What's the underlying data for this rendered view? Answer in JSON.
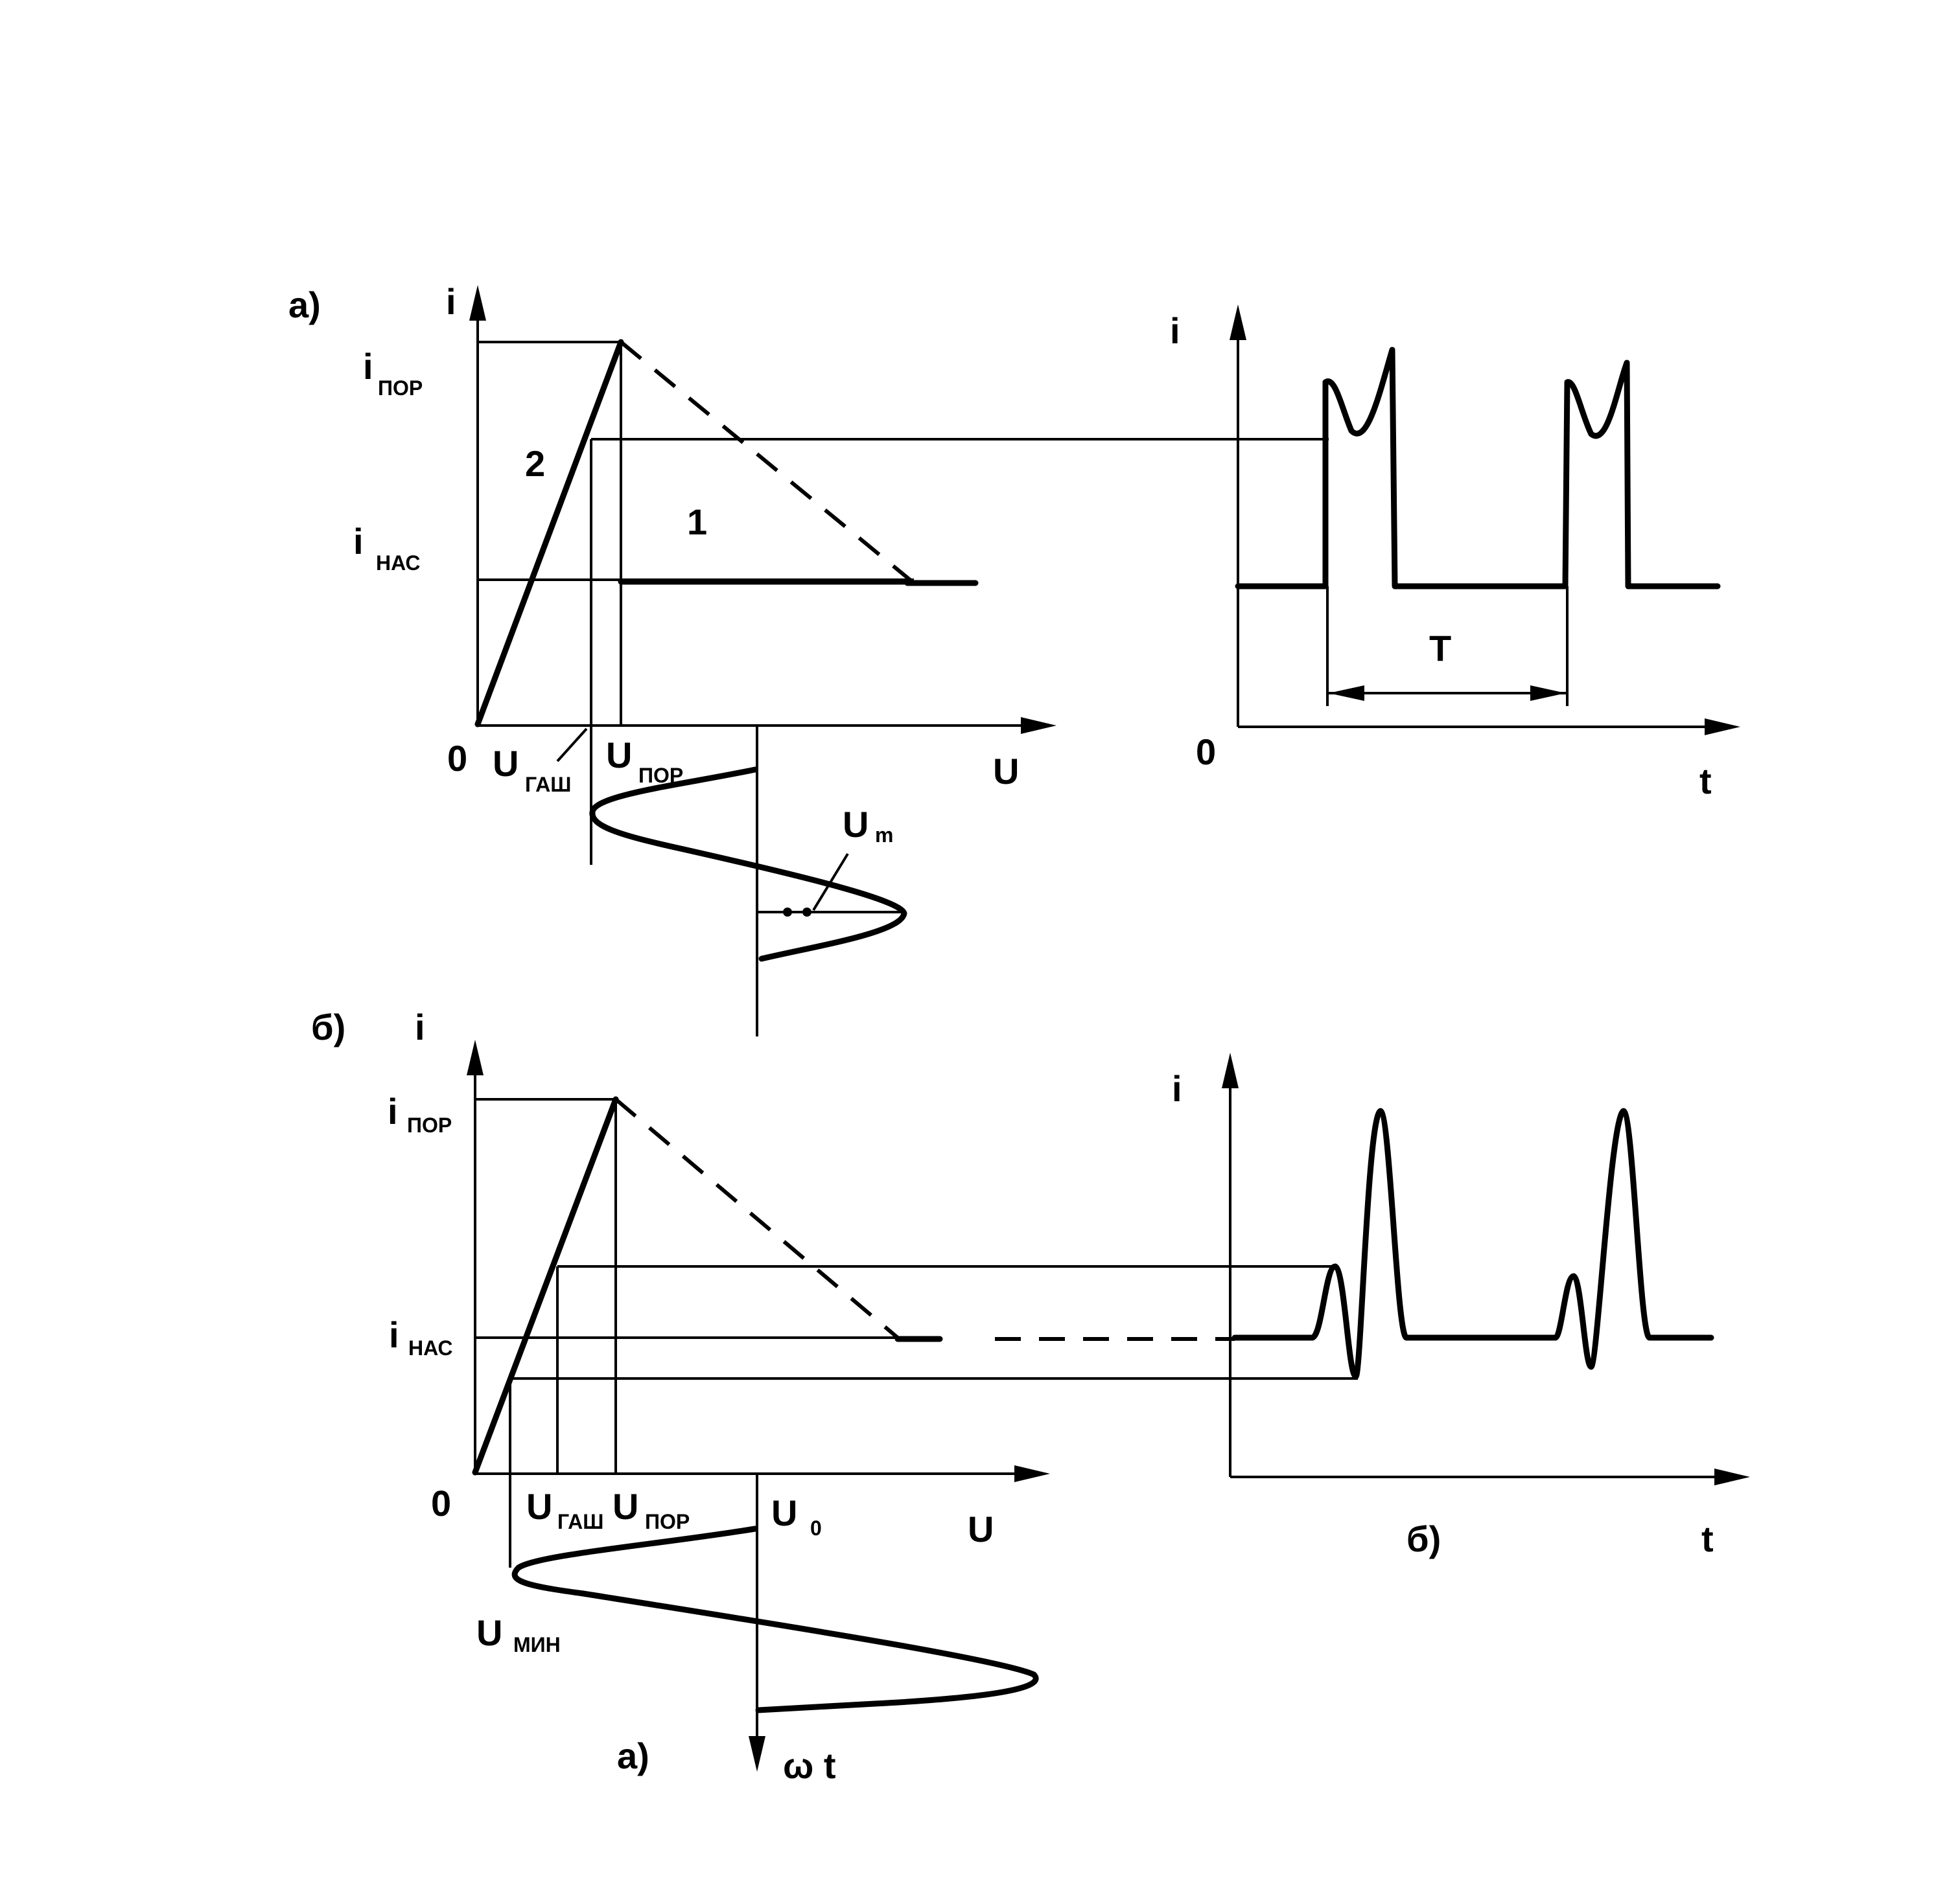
{
  "labels": {
    "panel_a": "а)",
    "panel_b": "б)",
    "panel_b_right": "б)",
    "bottom_a": "а)",
    "i": "i",
    "i_por": "i",
    "sub_por": "ПОР",
    "i_nas": "i",
    "sub_nas": "НАС",
    "zero": "0",
    "U": "U",
    "U_gash": "U",
    "sub_gash": "ГАШ",
    "U_por": "U",
    "U_m": "U",
    "sub_m": "m",
    "U_0": "U",
    "sub_0": "0",
    "U_min": "U",
    "sub_min": "МИН",
    "curve_1": "1",
    "curve_2": "2",
    "T": "T",
    "t": "t",
    "omega_t": "ω t"
  }
}
